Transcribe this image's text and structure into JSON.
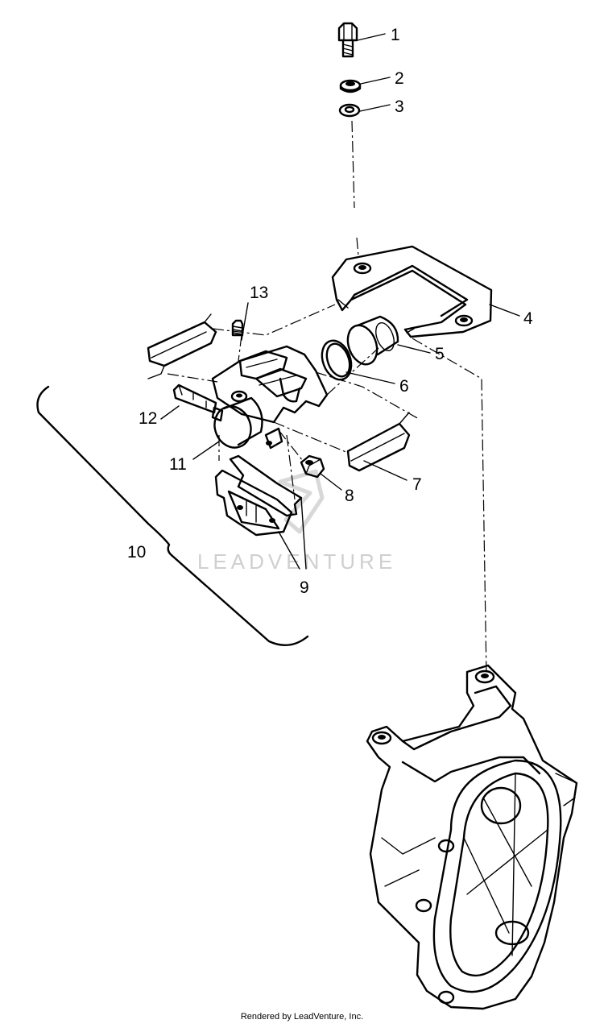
{
  "diagram": {
    "callouts": [
      "1",
      "2",
      "3",
      "4",
      "5",
      "6",
      "7",
      "8",
      "9",
      "10",
      "11",
      "12",
      "13"
    ],
    "watermark": "LEADVENTURE",
    "footer": "Rendered by LeadVenture, Inc."
  },
  "colors": {
    "line": "#000000",
    "watermark": "#cfcfcf",
    "background": "#ffffff"
  }
}
